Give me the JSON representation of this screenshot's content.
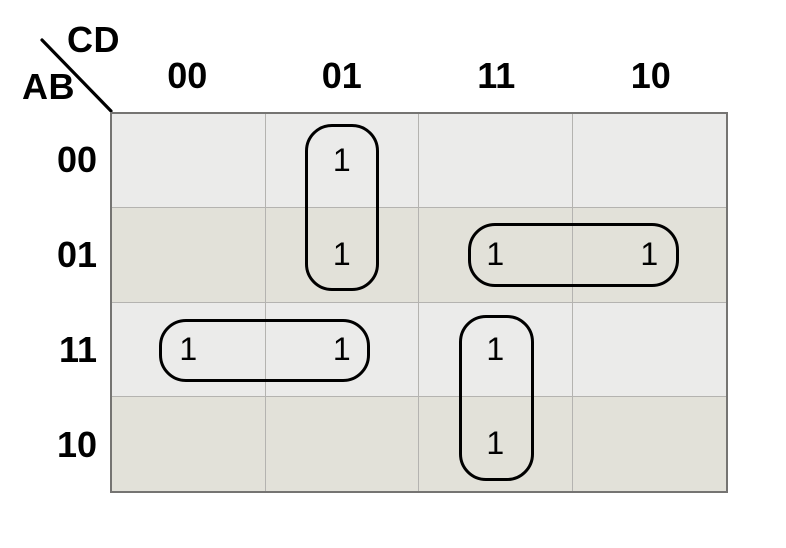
{
  "kmap": {
    "corner": {
      "col_vars_label": "CD",
      "row_vars_label": "AB"
    },
    "col_headers": [
      "00",
      "01",
      "11",
      "10"
    ],
    "row_headers": [
      "00",
      "01",
      "11",
      "10"
    ],
    "cells": [
      [
        "",
        "1",
        "",
        ""
      ],
      [
        "",
        "1",
        "1",
        "1"
      ],
      [
        "1",
        "1",
        "1",
        ""
      ],
      [
        "",
        "",
        "1",
        ""
      ]
    ],
    "groups": [
      {
        "name": "col01-rows00-01",
        "row_start": 0,
        "row_end": 1,
        "col_start": 1,
        "col_end": 1
      },
      {
        "name": "row01-cols11-10",
        "row_start": 1,
        "row_end": 1,
        "col_start": 2,
        "col_end": 3
      },
      {
        "name": "row11-cols00-01",
        "row_start": 2,
        "row_end": 2,
        "col_start": 0,
        "col_end": 1
      },
      {
        "name": "col11-rows11-10",
        "row_start": 2,
        "row_end": 3,
        "col_start": 2,
        "col_end": 2
      }
    ],
    "colors": {
      "row_light": "#ebebea",
      "row_dark": "#e2e1d9",
      "grid_line": "#b4b3b0",
      "outer_border": "#757472",
      "group_outline": "#000000",
      "text": "#000000",
      "background": "#ffffff"
    }
  }
}
